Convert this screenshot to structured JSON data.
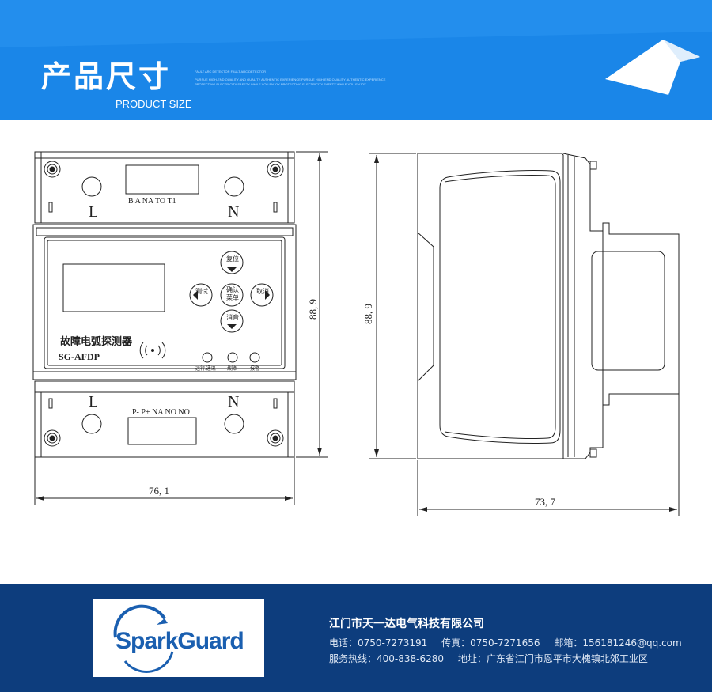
{
  "header": {
    "title_cn": "产品尺寸",
    "title_en": "PRODUCT SIZE",
    "fine_print": [
      "FAULT ARC DETECTOR FAULT ARC DETECTOR",
      "PURSUE HIGH-END QUALITY AND QUALITY AUTHENTIC EXPERIENCE PURSUE HIGH-END QUALITY AUTHENTIC EXPERIENCE",
      "PROTECTING ELECTRICITY SAFETY WHILE YOU ENJOY PROTECTING ELECTRICITY SAFETY WHILE YOU ENJOY"
    ],
    "colors": {
      "band": "#1a86e8",
      "band_dark": "#0a5fc4"
    }
  },
  "front_view": {
    "terminal_top_label": "B A NA TO T1",
    "terminal_bottom_label": "P- P+ NA  NO  NO",
    "left_pole": "L",
    "right_pole": "N",
    "buttons": {
      "up": "复位",
      "left": "测试",
      "center_line1": "确认",
      "center_line2": "菜单",
      "right": "取消",
      "down": "消音"
    },
    "device_name": "故障电弧探测器",
    "model": "SG-AFDP",
    "indicators": [
      "运行/通讯",
      "故障",
      "报警"
    ],
    "width_dim": "76, 1",
    "height_dim": "88, 9"
  },
  "side_view": {
    "height_dim": "88, 9",
    "width_dim": "73, 7"
  },
  "footer": {
    "logo_text": "SparkGuard",
    "company": "江门市天一达电气科技有限公司",
    "phone": "电话：0750-7273191",
    "fax": "传真：0750-7271656",
    "email": "邮箱：156181246@qq.com",
    "hotline": "服务热线：400-838-6280",
    "address": "地址：广东省江门市恩平市大槐镇北郊工业区",
    "colors": {
      "background": "#0d3d7d",
      "logo_blue": "#1a5fb0"
    }
  }
}
